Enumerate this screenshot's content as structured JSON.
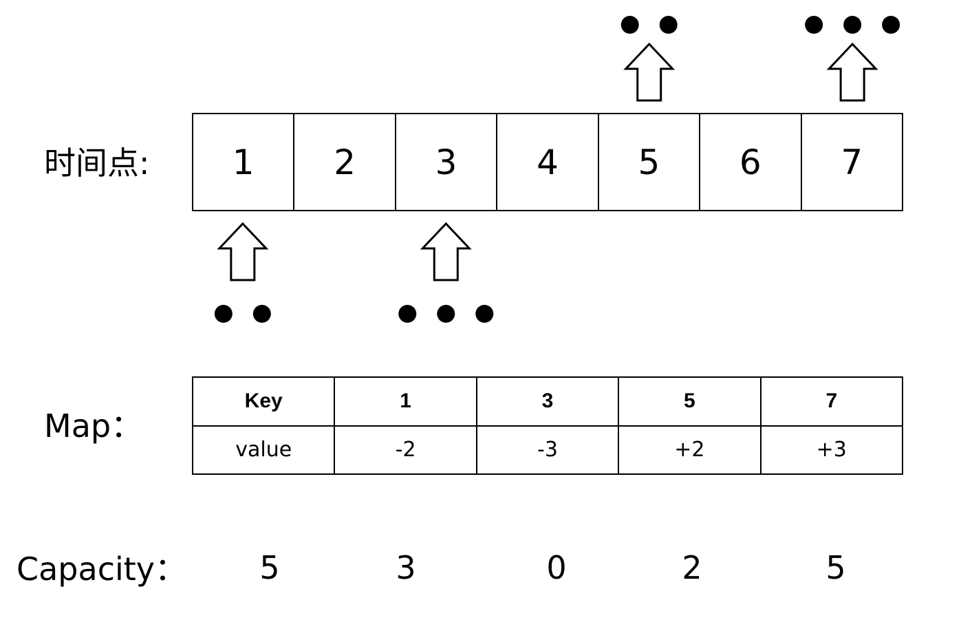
{
  "labels": {
    "timeline": "时间点:",
    "map": "Map：",
    "capacity": "Capacity："
  },
  "timeline": [
    "1",
    "2",
    "3",
    "4",
    "5",
    "6",
    "7"
  ],
  "map": {
    "header": [
      "Key",
      "1",
      "3",
      "5",
      "7"
    ],
    "values": [
      "value",
      "-2",
      "-3",
      "+2",
      "+3"
    ]
  },
  "capacity": [
    "5",
    "3",
    "0",
    "2",
    "5"
  ],
  "markers": [
    {
      "at": "1",
      "side": "below",
      "dots": 2
    },
    {
      "at": "3",
      "side": "below",
      "dots": 3
    },
    {
      "at": "5",
      "side": "above",
      "dots": 2
    },
    {
      "at": "7",
      "side": "above",
      "dots": 3
    }
  ]
}
